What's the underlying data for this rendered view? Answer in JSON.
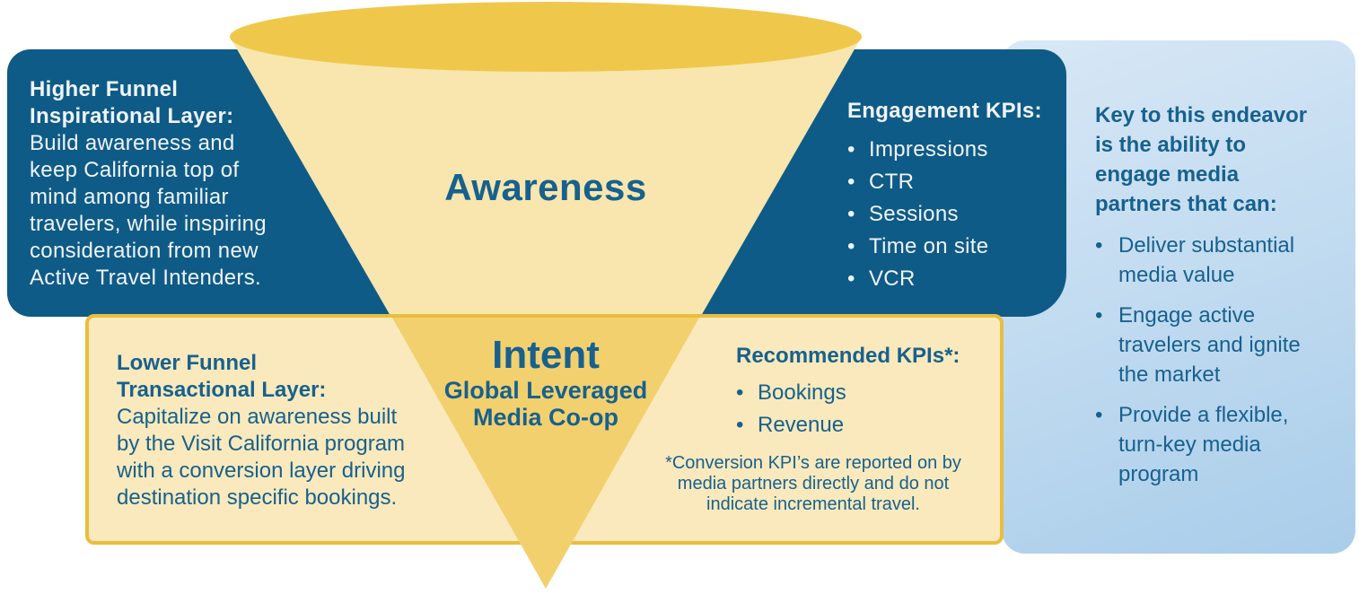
{
  "ui": {
    "bullet": "•"
  },
  "colors": {
    "dark_blue": "#0F5B87",
    "text_blue": "#17618E",
    "text_light": "#EFF4F8",
    "funnel_gold": "#EFC84B",
    "gold_border": "#E9BE3E",
    "funnel_cream": "#F8E6AE",
    "funnel_stem_gold": "#F2D06E",
    "lower_box_bg": "#F9E9BC",
    "panel_blue_light": "#D8E8F6",
    "panel_blue_dark": "#A9CDEA"
  },
  "funnel": {
    "awareness_label": "Awareness",
    "intent_label": "Intent",
    "intent_subtitle_lines": [
      "Global Leveraged",
      "Media Co-op"
    ]
  },
  "higher_funnel": {
    "title_lines": [
      "Higher Funnel",
      "Inspirational Layer:"
    ],
    "body_lines": [
      "Build awareness and",
      "keep California top of",
      "mind among familiar",
      "travelers, while inspiring",
      "consideration from new",
      "Active Travel Intenders."
    ]
  },
  "engagement_kpis": {
    "title": "Engagement KPIs:",
    "items": [
      "Impressions",
      "CTR",
      "Sessions",
      "Time on site",
      "VCR"
    ]
  },
  "lower_funnel": {
    "title_lines": [
      "Lower Funnel",
      "Transactional Layer:"
    ],
    "body_lines": [
      "Capitalize on awareness built",
      "by the Visit California program",
      "with a conversion layer driving",
      "destination specific bookings."
    ]
  },
  "recommended_kpis": {
    "title": "Recommended KPIs*:",
    "items": [
      "Bookings",
      "Revenue"
    ],
    "footnote_lines": [
      "*Conversion KPI’s are reported on by",
      "media partners directly and do not",
      "indicate incremental travel."
    ]
  },
  "media_partners": {
    "title_lines": [
      "Key to this endeavor",
      "is the ability to",
      "engage media",
      "partners that can:"
    ],
    "bullets": [
      {
        "lines": [
          "Deliver substantial",
          "media value"
        ]
      },
      {
        "lines": [
          "Engage active",
          "travelers and ignite",
          "the market"
        ]
      },
      {
        "lines": [
          "Provide a flexible,",
          "turn-key media",
          "program"
        ]
      }
    ]
  }
}
